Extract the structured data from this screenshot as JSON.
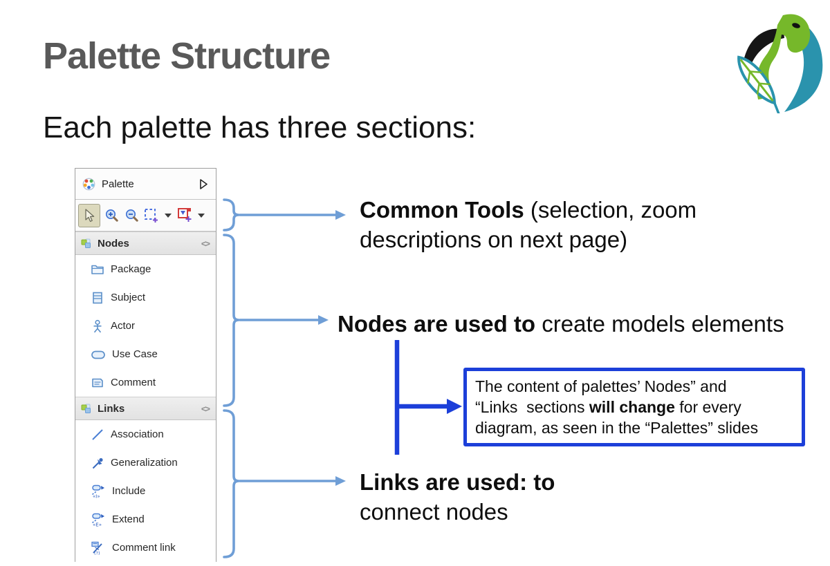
{
  "slide": {
    "title": "Palette Structure",
    "subtitle": "Each palette has three sections:"
  },
  "logo": {
    "name": "papyrus-bird-logo"
  },
  "palette": {
    "title": "Palette",
    "toolbar_tools": [
      "selection",
      "zoom-in",
      "zoom-out",
      "marquee-selection",
      "marquee-dropdown",
      "stack-tool",
      "stack-dropdown"
    ],
    "sections": [
      {
        "label": "Nodes",
        "collapse_glyph": "<>",
        "items": [
          {
            "label": "Package",
            "icon": "folder-icon"
          },
          {
            "label": "Subject",
            "icon": "subject-box-icon"
          },
          {
            "label": "Actor",
            "icon": "actor-stickfigure-icon"
          },
          {
            "label": "Use Case",
            "icon": "usecase-ellipse-icon"
          },
          {
            "label": "Comment",
            "icon": "comment-note-icon"
          }
        ]
      },
      {
        "label": "Links",
        "collapse_glyph": "<>",
        "items": [
          {
            "label": "Association",
            "icon": "association-line-icon"
          },
          {
            "label": "Generalization",
            "icon": "generalization-arrow-icon"
          },
          {
            "label": "Include",
            "icon": "include-link-icon"
          },
          {
            "label": "Extend",
            "icon": "extend-link-icon"
          },
          {
            "label": "Comment link",
            "icon": "comment-link-icon"
          }
        ]
      }
    ]
  },
  "annotations": {
    "common_tools": {
      "line1_bold": "Common Tools",
      "line1_rest": " (selection, zoom",
      "line2": "descriptions on next page)"
    },
    "nodes": {
      "bold": "Nodes are used to",
      "rest": " create models elements"
    },
    "links": {
      "line1_bold": "Links are used: to",
      "line2": "connect nodes"
    }
  },
  "callout": {
    "line1": "The content of palettes’ Nodes” and",
    "line2_pre": "“Links  sections ",
    "line2_bold": "will change",
    "line2_post": " for every",
    "line3": "diagram, as seen in the “Palettes” slides"
  },
  "colors": {
    "title_gray": "#595959",
    "connector_blue": "#6f9ed6",
    "accent_blue": "#1c3fd9",
    "logo_green": "#76b82a",
    "logo_teal": "#2a93ad"
  }
}
